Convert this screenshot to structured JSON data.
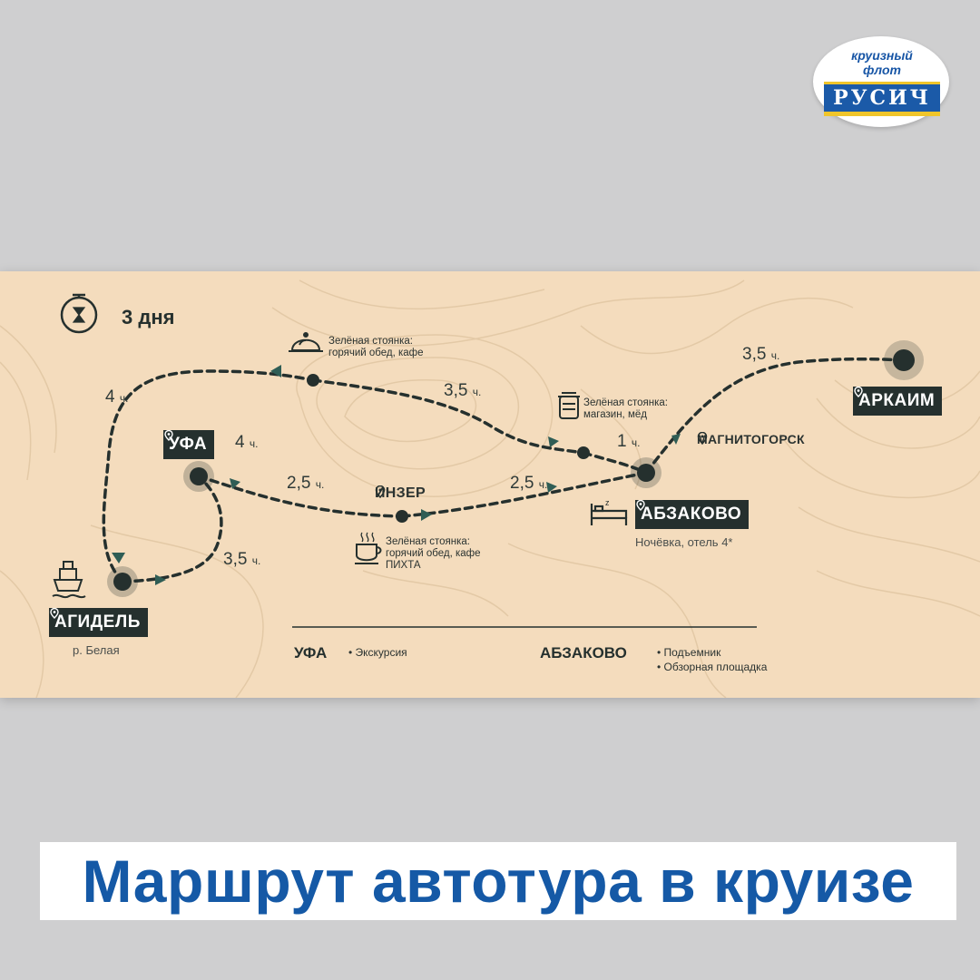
{
  "logo": {
    "line1": "круизный",
    "line2": "флот",
    "name": "РУСИЧ",
    "colors": {
      "blue": "#1b5aa8",
      "gold": "#f0c52a"
    }
  },
  "map": {
    "duration_label": "3 дня",
    "cities": {
      "agidel": {
        "name": "АГИДЕЛЬ",
        "note": "р. Белая"
      },
      "ufa": {
        "name": "УФА"
      },
      "abzakovo": {
        "name": "АБЗАКОВО",
        "note": "Ночёвка, отель 4*"
      },
      "arkaim": {
        "name": "АРКАИМ"
      }
    },
    "places": {
      "inzer": "ИНЗЕР",
      "magnitogorsk": "МАГНИТОГОРСК"
    },
    "segments": {
      "agidel_top": {
        "num": "4",
        "unit": "ч."
      },
      "ufa_right": {
        "num": "4",
        "unit": "ч."
      },
      "top_to_abzakovo": {
        "num": "3,5",
        "unit": "ч."
      },
      "ufa_inzer": {
        "num": "2,5",
        "unit": "ч."
      },
      "inzer_abzakovo": {
        "num": "2,5",
        "unit": "ч."
      },
      "shop_abzakovo": {
        "num": "1",
        "unit": "ч."
      },
      "abzakovo_arkaim": {
        "num": "3,5",
        "unit": "ч."
      },
      "agidel_ufa": {
        "num": "3,5",
        "unit": "ч."
      }
    },
    "stops": {
      "lunch_top": [
        "Зелёная стоянка:",
        "горячий обед, кафе"
      ],
      "shop": [
        "Зелёная стоянка:",
        "магазин, мёд"
      ],
      "cafe_inzer": [
        "Зелёная стоянка:",
        "горячий обед, кафе",
        "ПИХТА"
      ]
    },
    "legend": {
      "ufa": {
        "city": "УФА",
        "items": [
          "• Экскурсия"
        ]
      },
      "abzakovo": {
        "city": "АБЗАКОВО",
        "items": [
          "• Подъемник",
          "• Обзорная площадка"
        ]
      }
    },
    "colors": {
      "background": "#f4dcbd",
      "route": "#25302e",
      "arrow": "#2f5d55",
      "label_bg": "#25302e"
    },
    "icons": [
      "stopwatch-icon",
      "cloche-icon",
      "honey-jar-icon",
      "coffee-cup-icon",
      "bed-icon",
      "ship-icon",
      "location-pin-icon"
    ]
  },
  "banner": {
    "title": "Маршрут автотура в круизе"
  }
}
